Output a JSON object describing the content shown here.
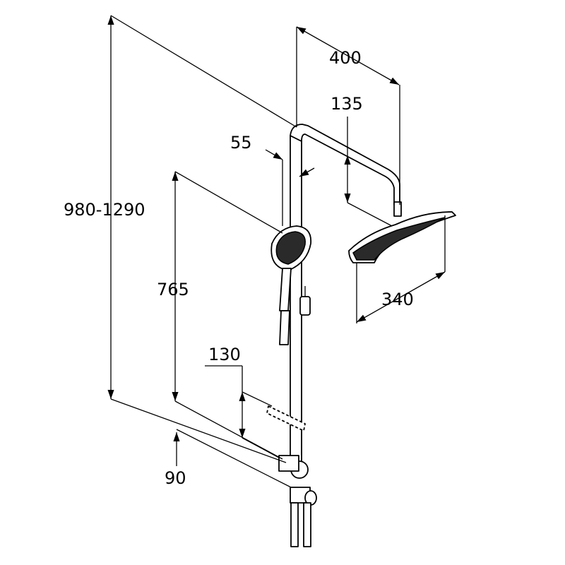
{
  "title": "Shower system dimension drawing",
  "dimensions": {
    "arm_length": "400",
    "head_drop": "135",
    "hand_shower_offset": "55",
    "total_height": "980-1290",
    "hand_shower_height": "765",
    "head_width": "340",
    "holder_offset": "130",
    "wall_distance": "90"
  },
  "colors": {
    "line": "#000000",
    "background": "#ffffff"
  }
}
